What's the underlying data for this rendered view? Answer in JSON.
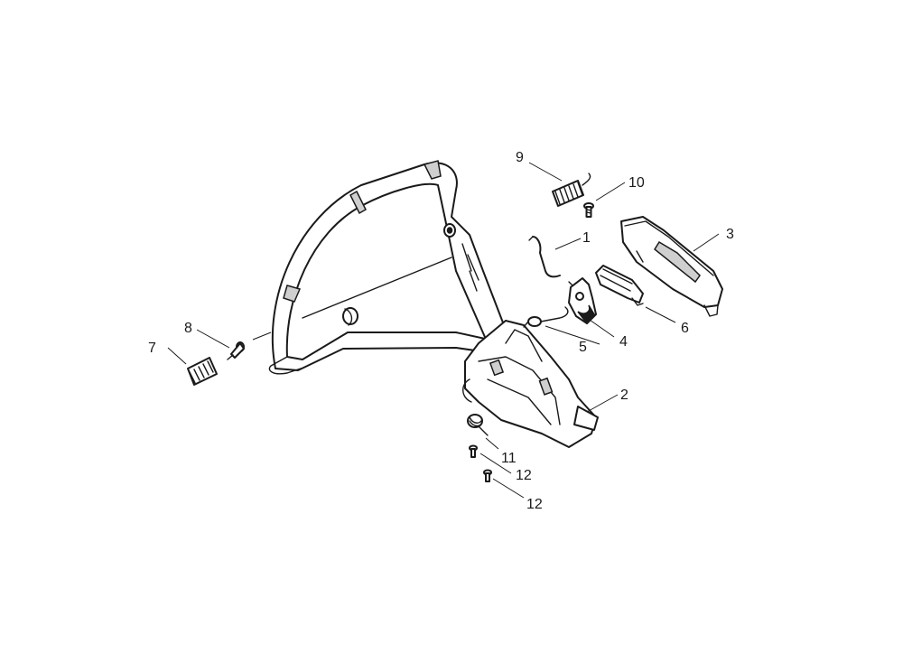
{
  "callouts": {
    "p1": "1",
    "p2": "2",
    "p3": "3",
    "p4": "4",
    "p5": "5",
    "p6": "6",
    "p7": "7",
    "p8": "8",
    "p9": "9",
    "p10": "10",
    "p11": "11",
    "p12a": "12",
    "p12b": "12"
  },
  "colors": {
    "line": "#1a1a1a",
    "background": "#ffffff"
  }
}
